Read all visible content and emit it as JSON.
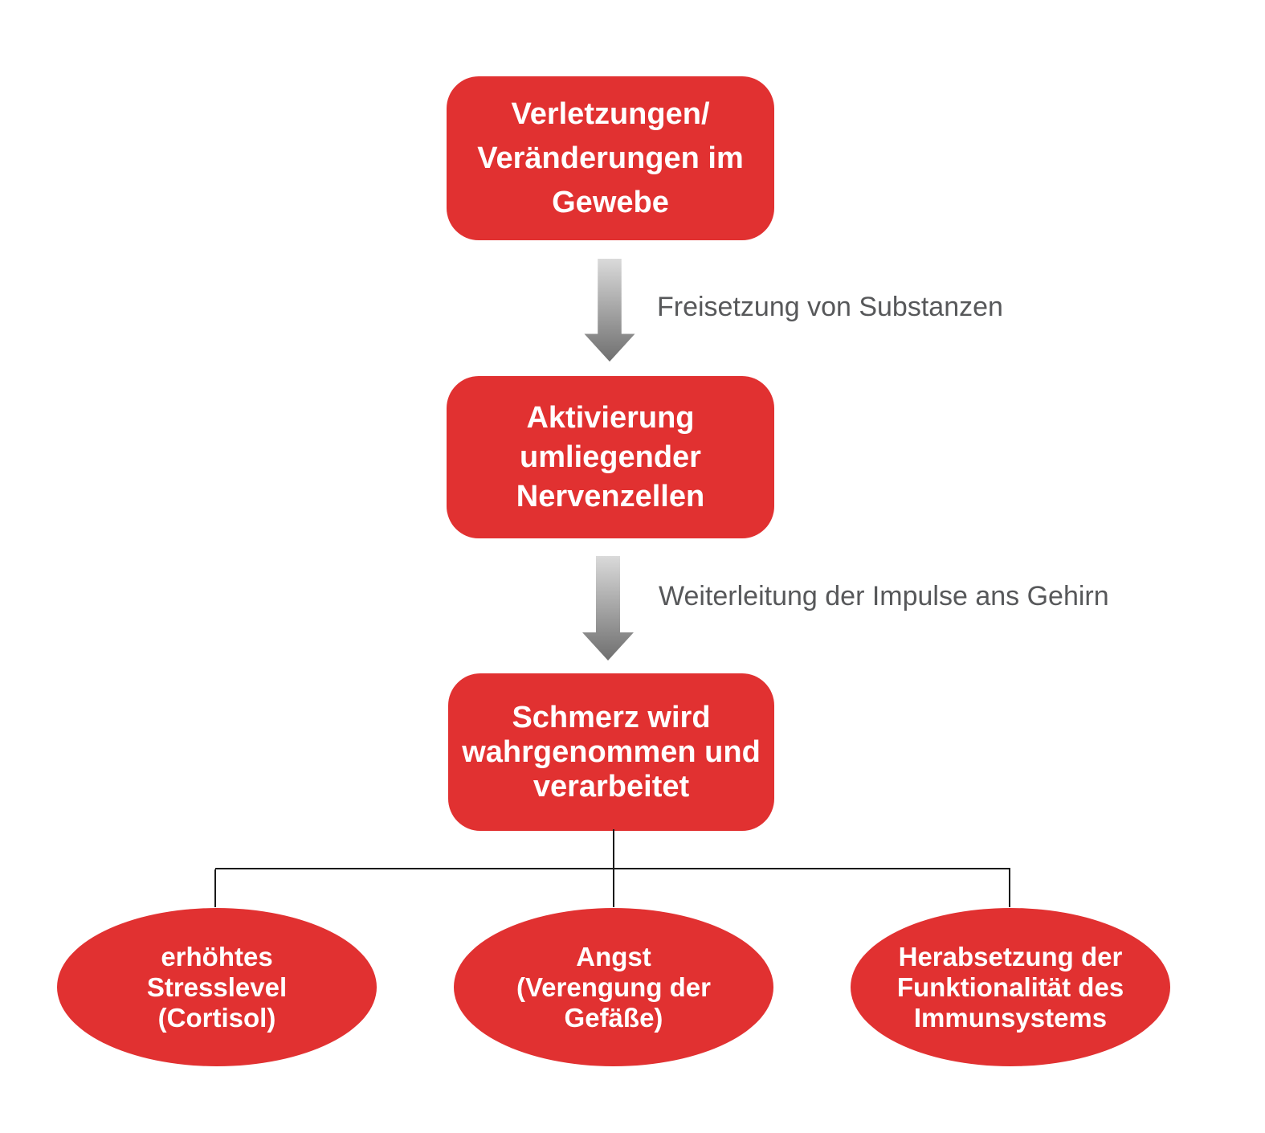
{
  "colors": {
    "node_red": "#e13131",
    "node_text": "#ffffff",
    "label_gray": "#57585a",
    "connector_black": "#1a1a1a",
    "arrow_gradient_top": "#dadada",
    "arrow_gradient_bottom": "#6f6f6f"
  },
  "flow": {
    "nodes": [
      {
        "id": "injury",
        "lines": [
          "Verletzungen/",
          "Veränderungen im",
          "Gewebe"
        ]
      },
      {
        "id": "activation",
        "lines": [
          "Aktivierung",
          "umliegender",
          "Nervenzellen"
        ]
      },
      {
        "id": "pain",
        "lines": [
          "Schmerz wird",
          "wahrgenommen und",
          "verarbeitet"
        ]
      }
    ],
    "arrows": [
      {
        "label": "Freisetzung von Substanzen"
      },
      {
        "label": "Weiterleitung der Impulse ans Gehirn"
      }
    ],
    "outcomes": [
      {
        "id": "stress",
        "lines": [
          "erhöhtes",
          "Stresslevel",
          "(Cortisol)"
        ]
      },
      {
        "id": "angst",
        "lines": [
          "Angst",
          "(Verengung der",
          "Gefäße)"
        ]
      },
      {
        "id": "immune",
        "lines": [
          "Herabsetzung der",
          "Funktionalität des",
          "Immunsystems"
        ]
      }
    ]
  }
}
